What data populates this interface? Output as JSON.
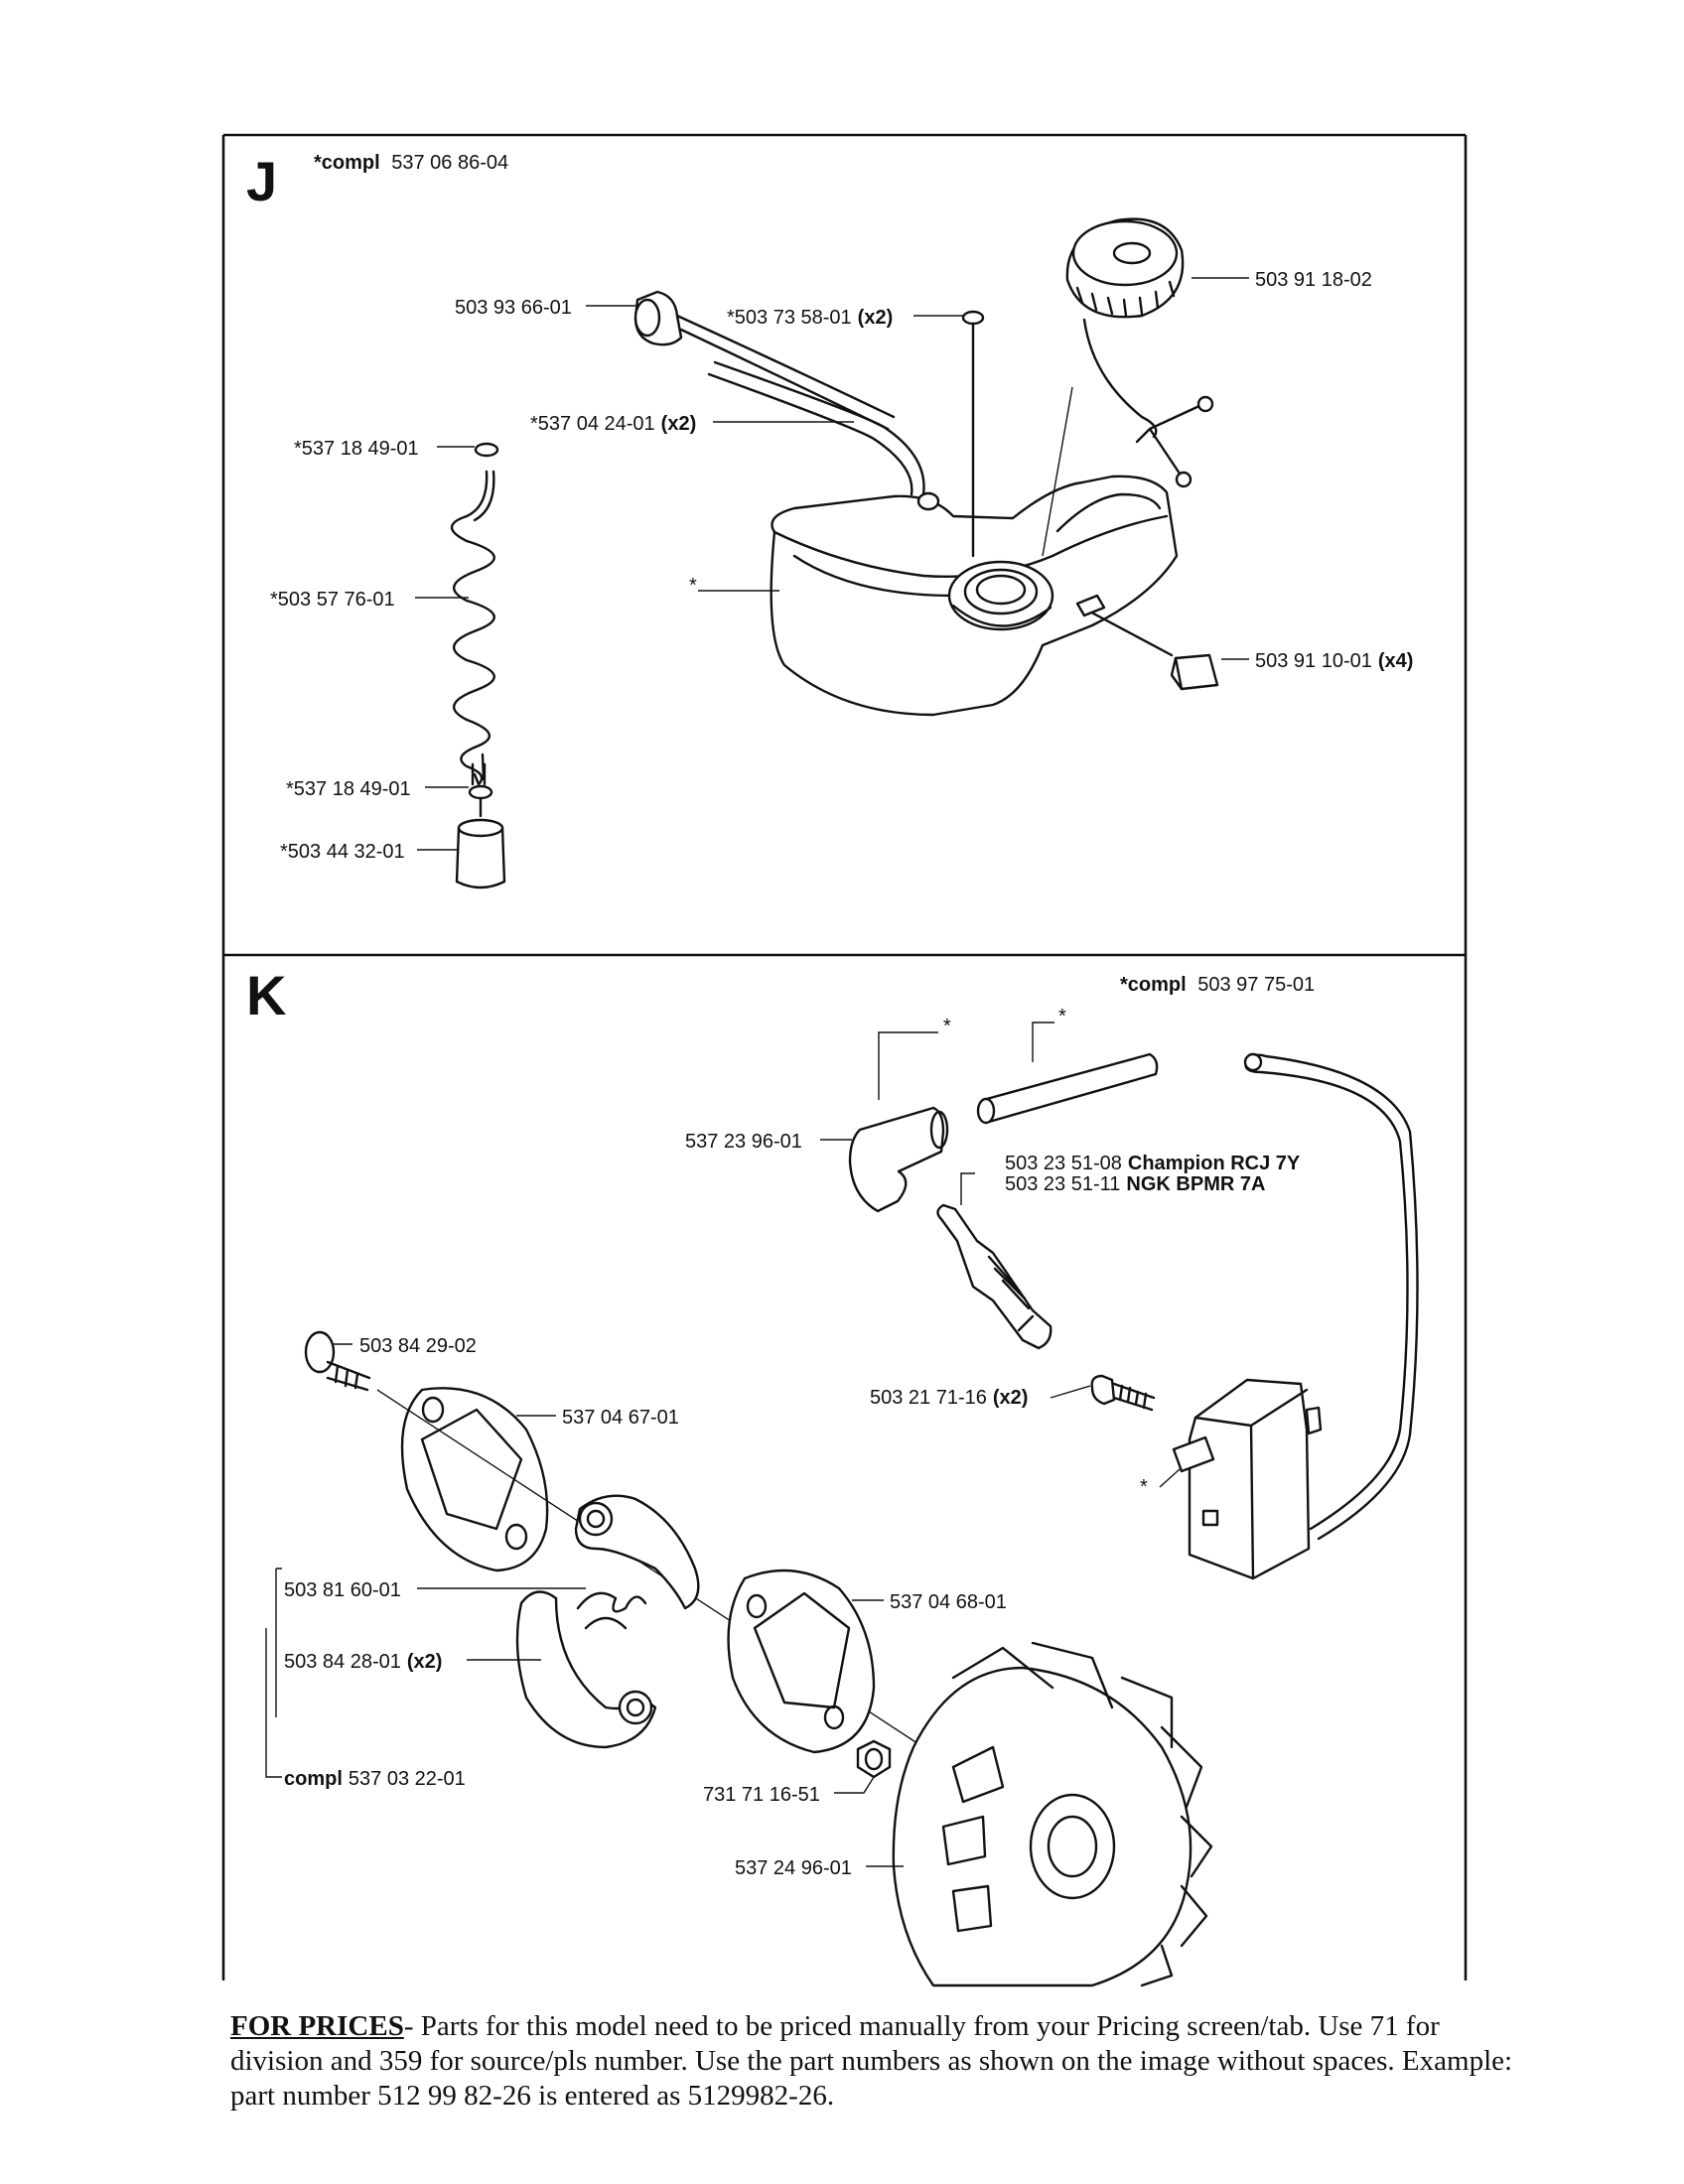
{
  "sections": {
    "J": {
      "letter": "J",
      "compl_prefix": "*compl",
      "compl_number": "537 06 86-04",
      "labels": {
        "fuel_cap": "503 91 18-02",
        "valve": "503 93 66-01",
        "grommet": "*503 73 58-01",
        "grommet_qty": "(x2)",
        "hose": "*537 04 24-01",
        "hose_qty": "(x2)",
        "oring_top": "*537 18 49-01",
        "coil_hose": "*503 57 76-01",
        "oring_bottom": "*537 18 49-01",
        "filter": "*503 44 32-01",
        "tank": "*",
        "rubber_pad": "503 91 10-01",
        "rubber_pad_qty": "(x4)"
      }
    },
    "K": {
      "letter": "K",
      "compl_prefix": "*compl",
      "compl_number": "503 97 75-01",
      "labels": {
        "star_boot": "*",
        "star_lead": "*",
        "boot": "537 23 96-01",
        "spark_plug_1": "503 23 51-08",
        "spark_plug_1_brand": "Champion RCJ 7Y",
        "spark_plug_2": "503 23 51-11",
        "spark_plug_2_brand": "NGK BPMR 7A",
        "screw_ignition": "503 21 71-16",
        "screw_ignition_qty": "(x2)",
        "ignition_module": "*",
        "clutch_screw": "503 84 29-02",
        "plate_1": "537 04 67-01",
        "spring": "503 81 60-01",
        "shoe": "503 84 28-01",
        "shoe_qty": "(x2)",
        "clutch_compl_prefix": "compl",
        "clutch_compl_number": "537 03 22-01",
        "plate_2": "537 04 68-01",
        "nut": "731 71 16-51",
        "flywheel": "537 24 96-01"
      }
    }
  },
  "footer": {
    "title": "FOR PRICES",
    "text": "- Parts for this model need to be priced manually from your Pricing screen/tab. Use 71 for division and 359 for source/pls number.  Use the part numbers as shown on the image without spaces.  Example: part number 512 99 82-26 is entered as 5129982-26."
  }
}
